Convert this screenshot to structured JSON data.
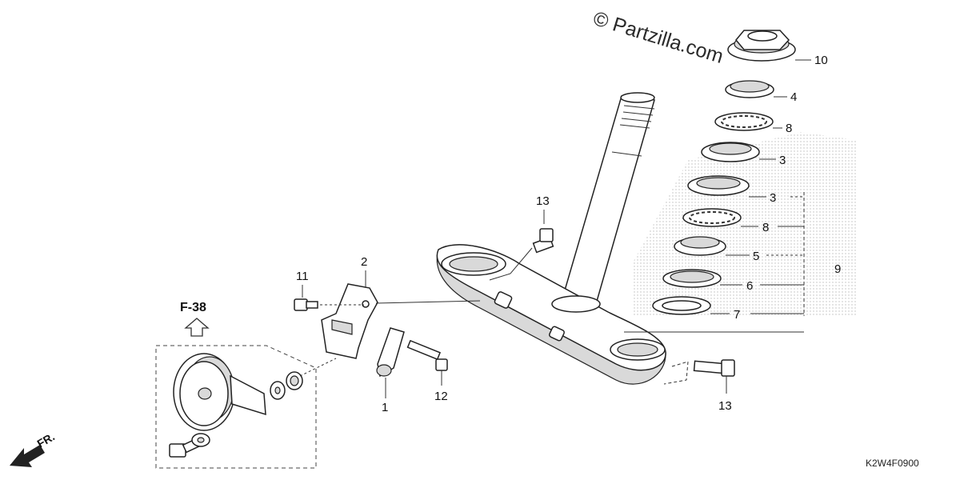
{
  "watermark": "© Partzilla.com",
  "diagram_code": "K2W4F0900",
  "reference": {
    "label": "F-38"
  },
  "direction": {
    "label": "FR."
  },
  "callouts": [
    {
      "id": "callout-10",
      "number": "10"
    },
    {
      "id": "callout-4",
      "number": "4"
    },
    {
      "id": "callout-8a",
      "number": "8"
    },
    {
      "id": "callout-3a",
      "number": "3"
    },
    {
      "id": "callout-3b",
      "number": "3"
    },
    {
      "id": "callout-8b",
      "number": "8"
    },
    {
      "id": "callout-5",
      "number": "5"
    },
    {
      "id": "callout-9",
      "number": "9"
    },
    {
      "id": "callout-6",
      "number": "6"
    },
    {
      "id": "callout-7",
      "number": "7"
    },
    {
      "id": "callout-13a",
      "number": "13"
    },
    {
      "id": "callout-13b",
      "number": "13"
    },
    {
      "id": "callout-2",
      "number": "2"
    },
    {
      "id": "callout-11",
      "number": "11"
    },
    {
      "id": "callout-1",
      "number": "1"
    },
    {
      "id": "callout-12",
      "number": "12"
    }
  ]
}
